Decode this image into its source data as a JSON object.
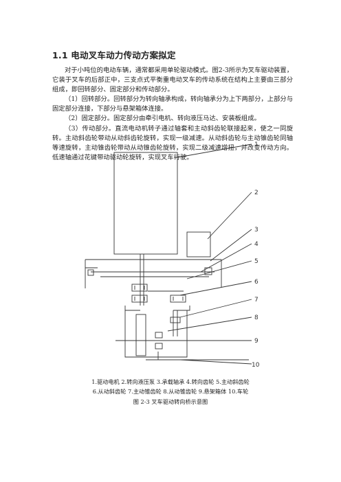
{
  "section": {
    "heading": "1.1 电动叉车动力传动方案拟定"
  },
  "paragraphs": [
    "对于小吨位的电动车辆，通常都采用单轮驱动模式。图2-3所示为叉车驱动装置，它装于叉车的后部正中，三支点式平衡重电动叉车的传动系统在结构上主要由三部分组成，即回转部分、固定部分和传动部分。",
    "（1）回转部分。回转部分为转向轴承构成，转向轴承分为上下两部分，上部分与固定部分连接，下部分与悬架箱体连接。",
    "（2）固定部分。固定部分由牵引电机、转向液压马达、安装板组成。",
    "（3）传动部分。直流电动机转子通过轴套和主动斜齿轮联接起来，使之一同旋转。主动斜齿轮带动从动斜齿轮旋转，实现一级减速。从动斜齿轮与主动锥齿轮同轴等速旋转，主动锥齿轮带动从动锥齿轮旋转，实现二级减速增扭，并改变传动方向。低速轴通过花键带动驱动轮旋转，实现叉车行驶。"
  ],
  "figure": {
    "callouts": [
      "1",
      "2",
      "3",
      "4",
      "5",
      "6",
      "7",
      "8",
      "9",
      "10"
    ],
    "legend_line1": "1.驱动电机  2.转向液压泵  3.承载轴承  4.转向齿轮  5.主动斜齿轮",
    "legend_line2": "6.从动斜齿轮  7.主动锥齿轮  8.从动锥齿轮  9.悬架箱体  10.车轮",
    "caption": "图 2-3  叉车驱动转向桥示意图"
  }
}
